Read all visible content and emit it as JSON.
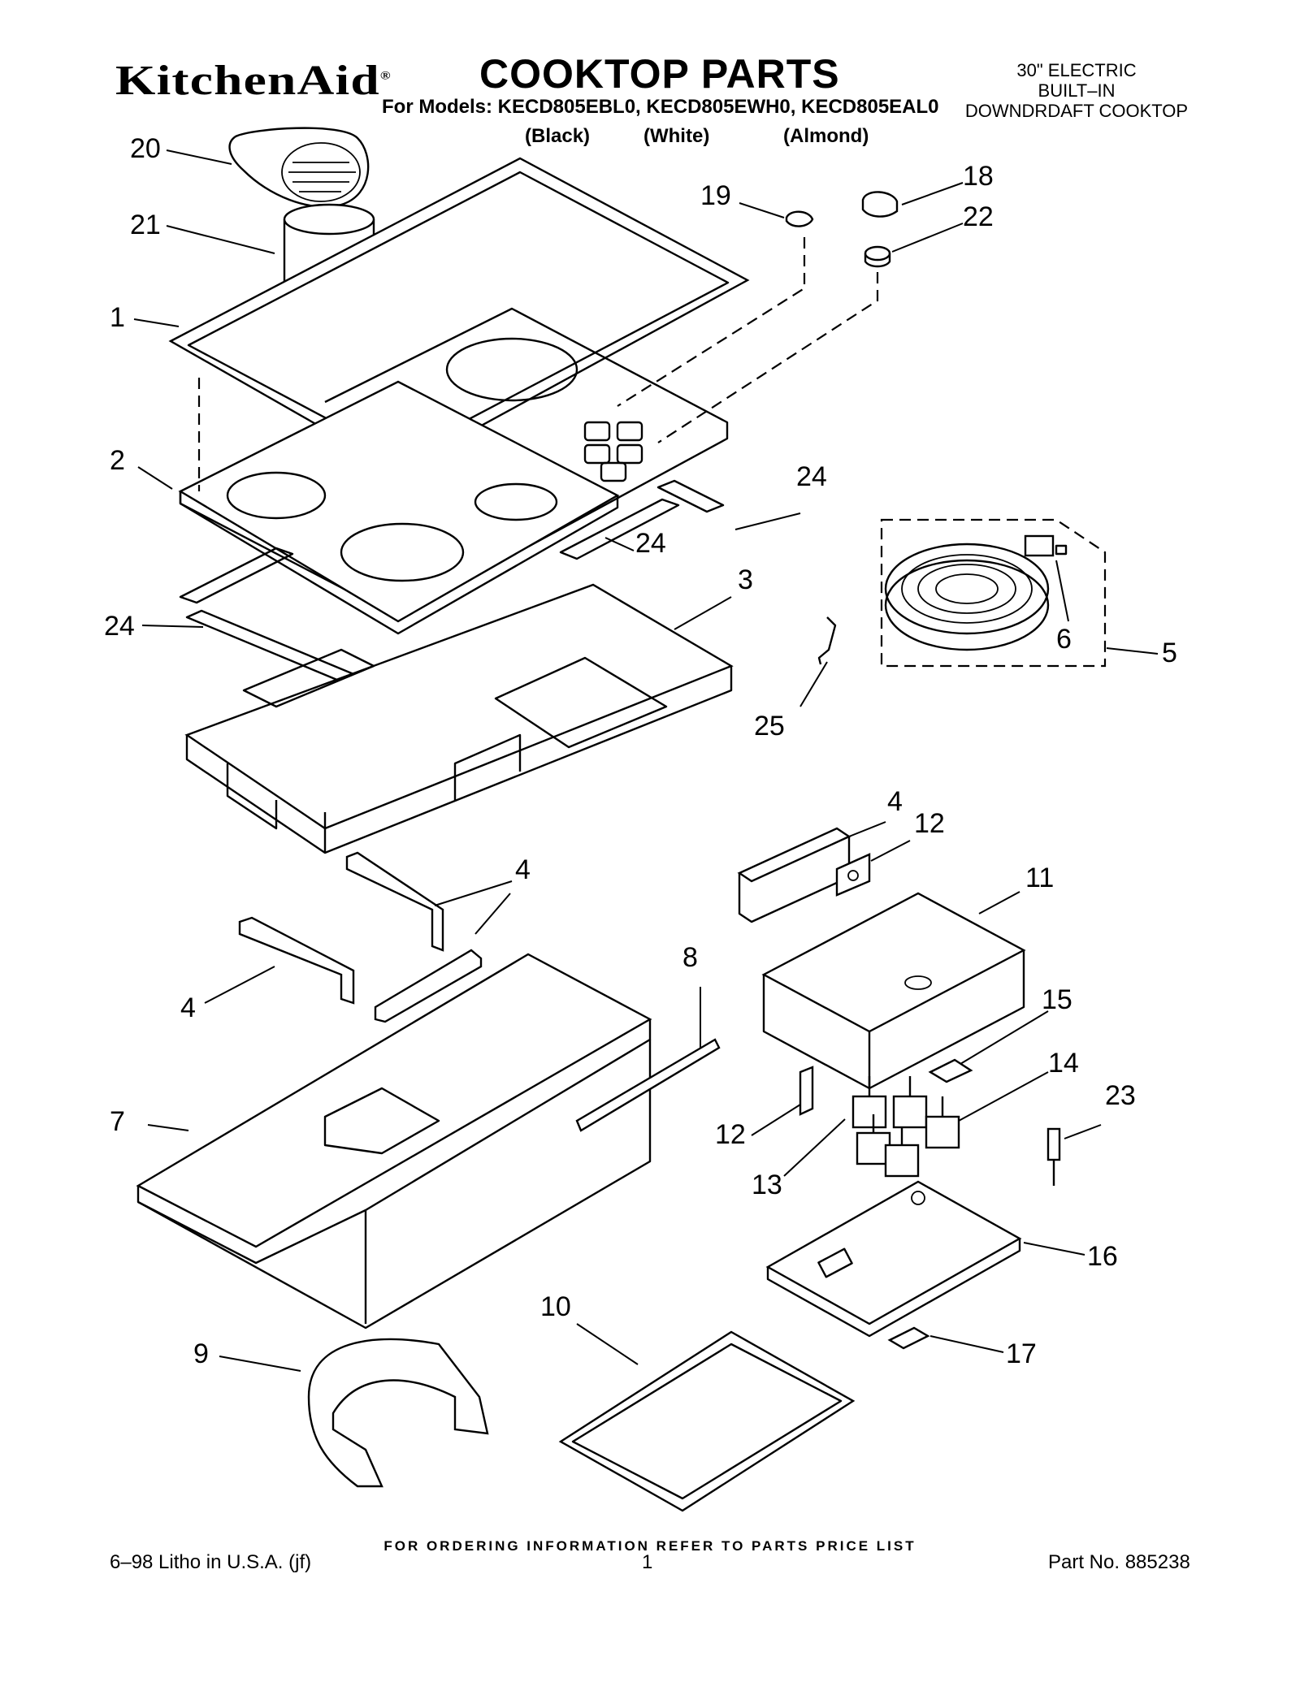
{
  "header": {
    "brand": "KitchenAid",
    "brand_mark": "®",
    "title": "COOKTOP PARTS",
    "models_line": "For Models: KECD805EBL0, KECD805EWH0, KECD805EAL0",
    "colors": [
      "(Black)",
      "(White)",
      "(Almond)"
    ],
    "product_lines": [
      "30\" ELECTRIC",
      "BUILT–IN",
      "DOWNDRDAFT COOKTOP"
    ]
  },
  "callouts": [
    "20",
    "21",
    "1",
    "2",
    "24",
    "24",
    "24",
    "3",
    "19",
    "18",
    "22",
    "5",
    "6",
    "25",
    "4",
    "12",
    "11",
    "4",
    "4",
    "8",
    "7",
    "15",
    "14",
    "23",
    "12",
    "13",
    "16",
    "17",
    "9",
    "10"
  ],
  "footer": {
    "ordering_note": "FOR ORDERING INFORMATION REFER TO PARTS PRICE LIST",
    "litho": "6–98 Litho in U.S.A. (jf)",
    "page": "1",
    "part_no": "Part No. 885238"
  }
}
